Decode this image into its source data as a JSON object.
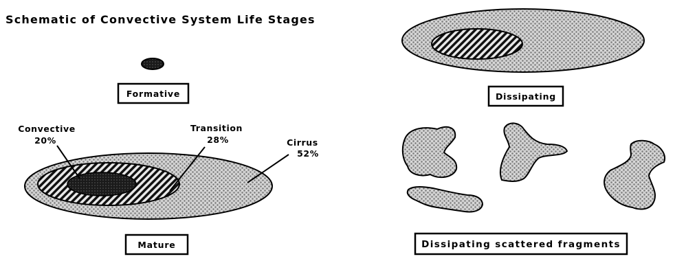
{
  "title": "Schematic of Convective System Life Stages",
  "stages": {
    "formative": "Formative",
    "mature": "Mature",
    "dissipating": "Dissipating",
    "fragments": "Dissipating scattered fragments"
  },
  "mature_regions": {
    "convective": {
      "name": "Convective",
      "percent": "20%"
    },
    "transition": {
      "name": "Transition",
      "percent": "28%"
    },
    "cirrus": {
      "name": "Cirrus",
      "percent": "52%"
    }
  }
}
